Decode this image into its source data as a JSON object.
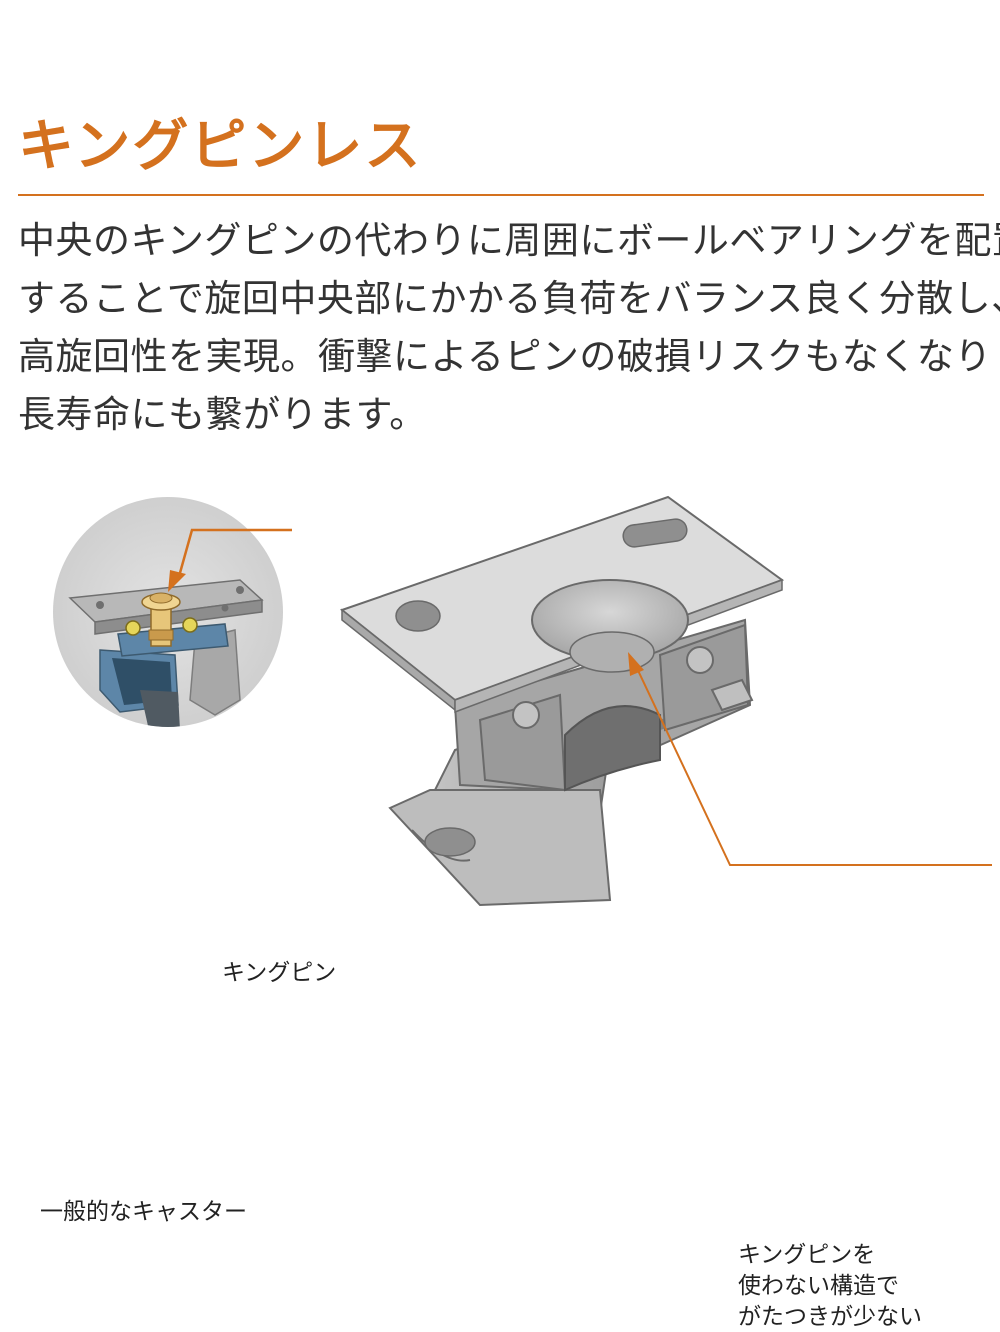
{
  "header": {
    "title": "キングピンレス",
    "accent_color": "#d4711e"
  },
  "description": {
    "lines": [
      "中央のキングピンの代わりに周囲にボールベアリングを配置",
      "することで旋回中央部にかかる負荷をバランス良く分散し、",
      "高旋回性を実現。衝撃によるピンの破損リスクもなくなり",
      "長寿命にも繋がります。"
    ]
  },
  "diagram": {
    "inset_label_top": "キングピン",
    "inset_label_bottom": "一般的なキャスター",
    "callout_lines": [
      "キングピンを",
      "使わない構造で",
      "がたつきが少ない"
    ]
  }
}
